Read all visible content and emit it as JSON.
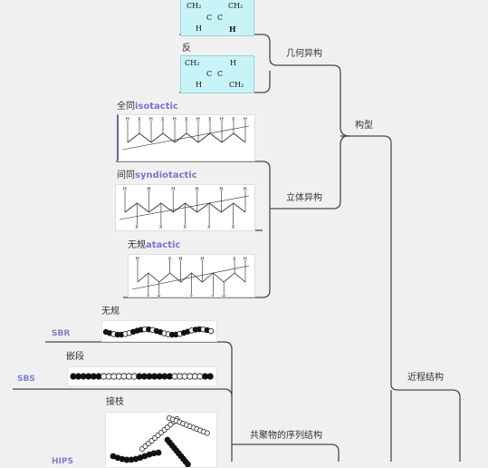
{
  "nodes": {
    "config": "构型",
    "geometric": "几何异构",
    "stereo": "立体异构",
    "near_range": "近程结构",
    "copolymer_seq": "共聚物的序列结构"
  },
  "geometric_isomers": {
    "cis_chain_left": "CH₂",
    "cis_chain_right": "CH₂",
    "cis_c": "C",
    "cis_h": "H",
    "trans_label": "反",
    "trans_ch2": "CH₂",
    "trans_h": "H",
    "trans_c": "C"
  },
  "tacticity": {
    "iso_prefix": "全同",
    "iso_term": "isotactic",
    "syn_prefix": "间同",
    "syn_term": "syndiotactic",
    "ata_prefix": "无规",
    "ata_term": "atactic"
  },
  "copolymers": {
    "random_label": "无规",
    "block_label": "嵌段",
    "graft_label": "接枝",
    "sbr": "SBR",
    "sbs": "SBS",
    "hips": "HIPS"
  },
  "colors": {
    "line": "#4a4a4a",
    "accent_text": "#7777cc",
    "mol_box": "#c8f4f8"
  }
}
